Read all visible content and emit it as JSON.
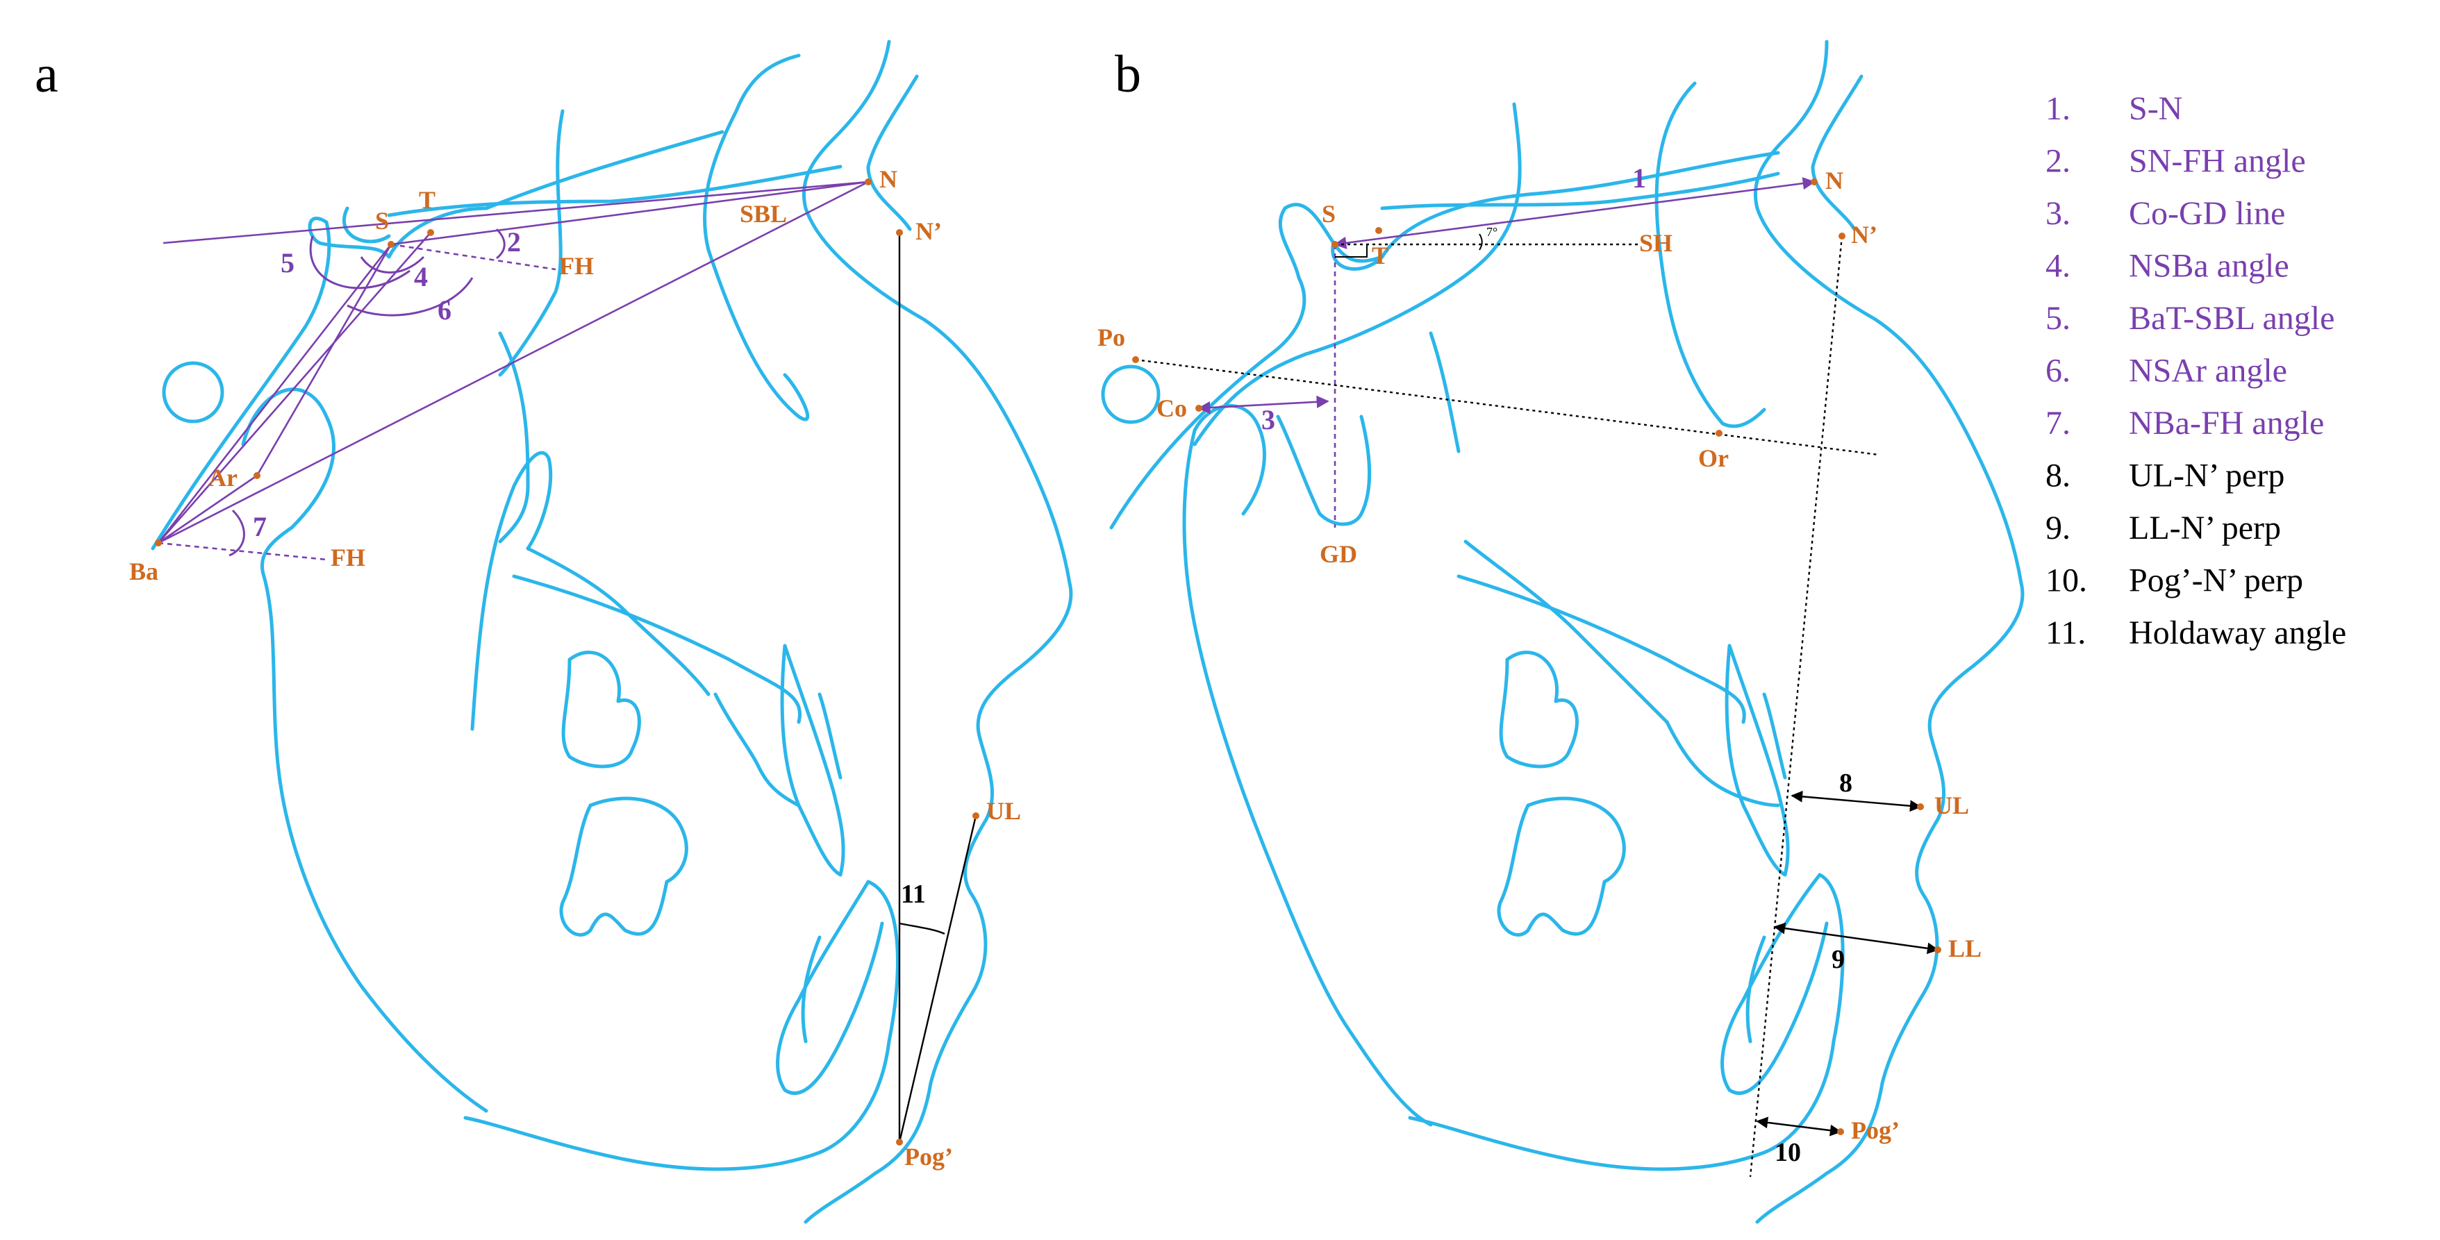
{
  "panels": {
    "a": "a",
    "b": "b"
  },
  "colors": {
    "tracing": "#2bb6ea",
    "landmark": "#cf6a1f",
    "construction_purple": "#7a3fae",
    "construction_black": "#000000"
  },
  "landmarks_a": {
    "S": "S",
    "T": "T",
    "N": "N",
    "N_prime": "N’",
    "SBL": "SBL",
    "FH_upper": "FH",
    "FH_lower": "FH",
    "Ar": "Ar",
    "Ba": "Ba",
    "UL": "UL",
    "Pog_prime": "Pog’"
  },
  "landmarks_b": {
    "S": "S",
    "T": "T",
    "N": "N",
    "N_prime": "N’",
    "SH": "SH",
    "Po": "Po",
    "Co": "Co",
    "GD": "GD",
    "Or": "Or",
    "UL": "UL",
    "LL": "LL",
    "Pog_prime": "Pog’"
  },
  "measure_numbers_a": {
    "n2": "2",
    "n4": "4",
    "n5": "5",
    "n6": "6",
    "n7": "7",
    "n11": "11"
  },
  "measure_numbers_b": {
    "n1": "1",
    "n3": "3",
    "n8": "8",
    "n9": "9",
    "n10": "10",
    "deg": "7°"
  },
  "legend": [
    {
      "num": "1.",
      "text": "S-N",
      "color": "#7a3fae"
    },
    {
      "num": "2.",
      "text": "SN-FH angle",
      "color": "#7a3fae"
    },
    {
      "num": "3.",
      "text": "Co-GD line",
      "color": "#7a3fae"
    },
    {
      "num": "4.",
      "text": "NSBa angle",
      "color": "#7a3fae"
    },
    {
      "num": "5.",
      "text": "BaT-SBL angle",
      "color": "#7a3fae"
    },
    {
      "num": "6.",
      "text": "NSAr angle",
      "color": "#7a3fae"
    },
    {
      "num": "7.",
      "text": "NBa-FH angle",
      "color": "#7a3fae"
    },
    {
      "num": "8.",
      "text": "UL-N’ perp",
      "color": "#000000"
    },
    {
      "num": "9.",
      "text": "LL-N’  perp",
      "color": "#000000"
    },
    {
      "num": "10.",
      "text": "Pog’-N’ perp",
      "color": "#000000"
    },
    {
      "num": "11.",
      "text": "Holdaway angle",
      "color": "#000000"
    }
  ]
}
